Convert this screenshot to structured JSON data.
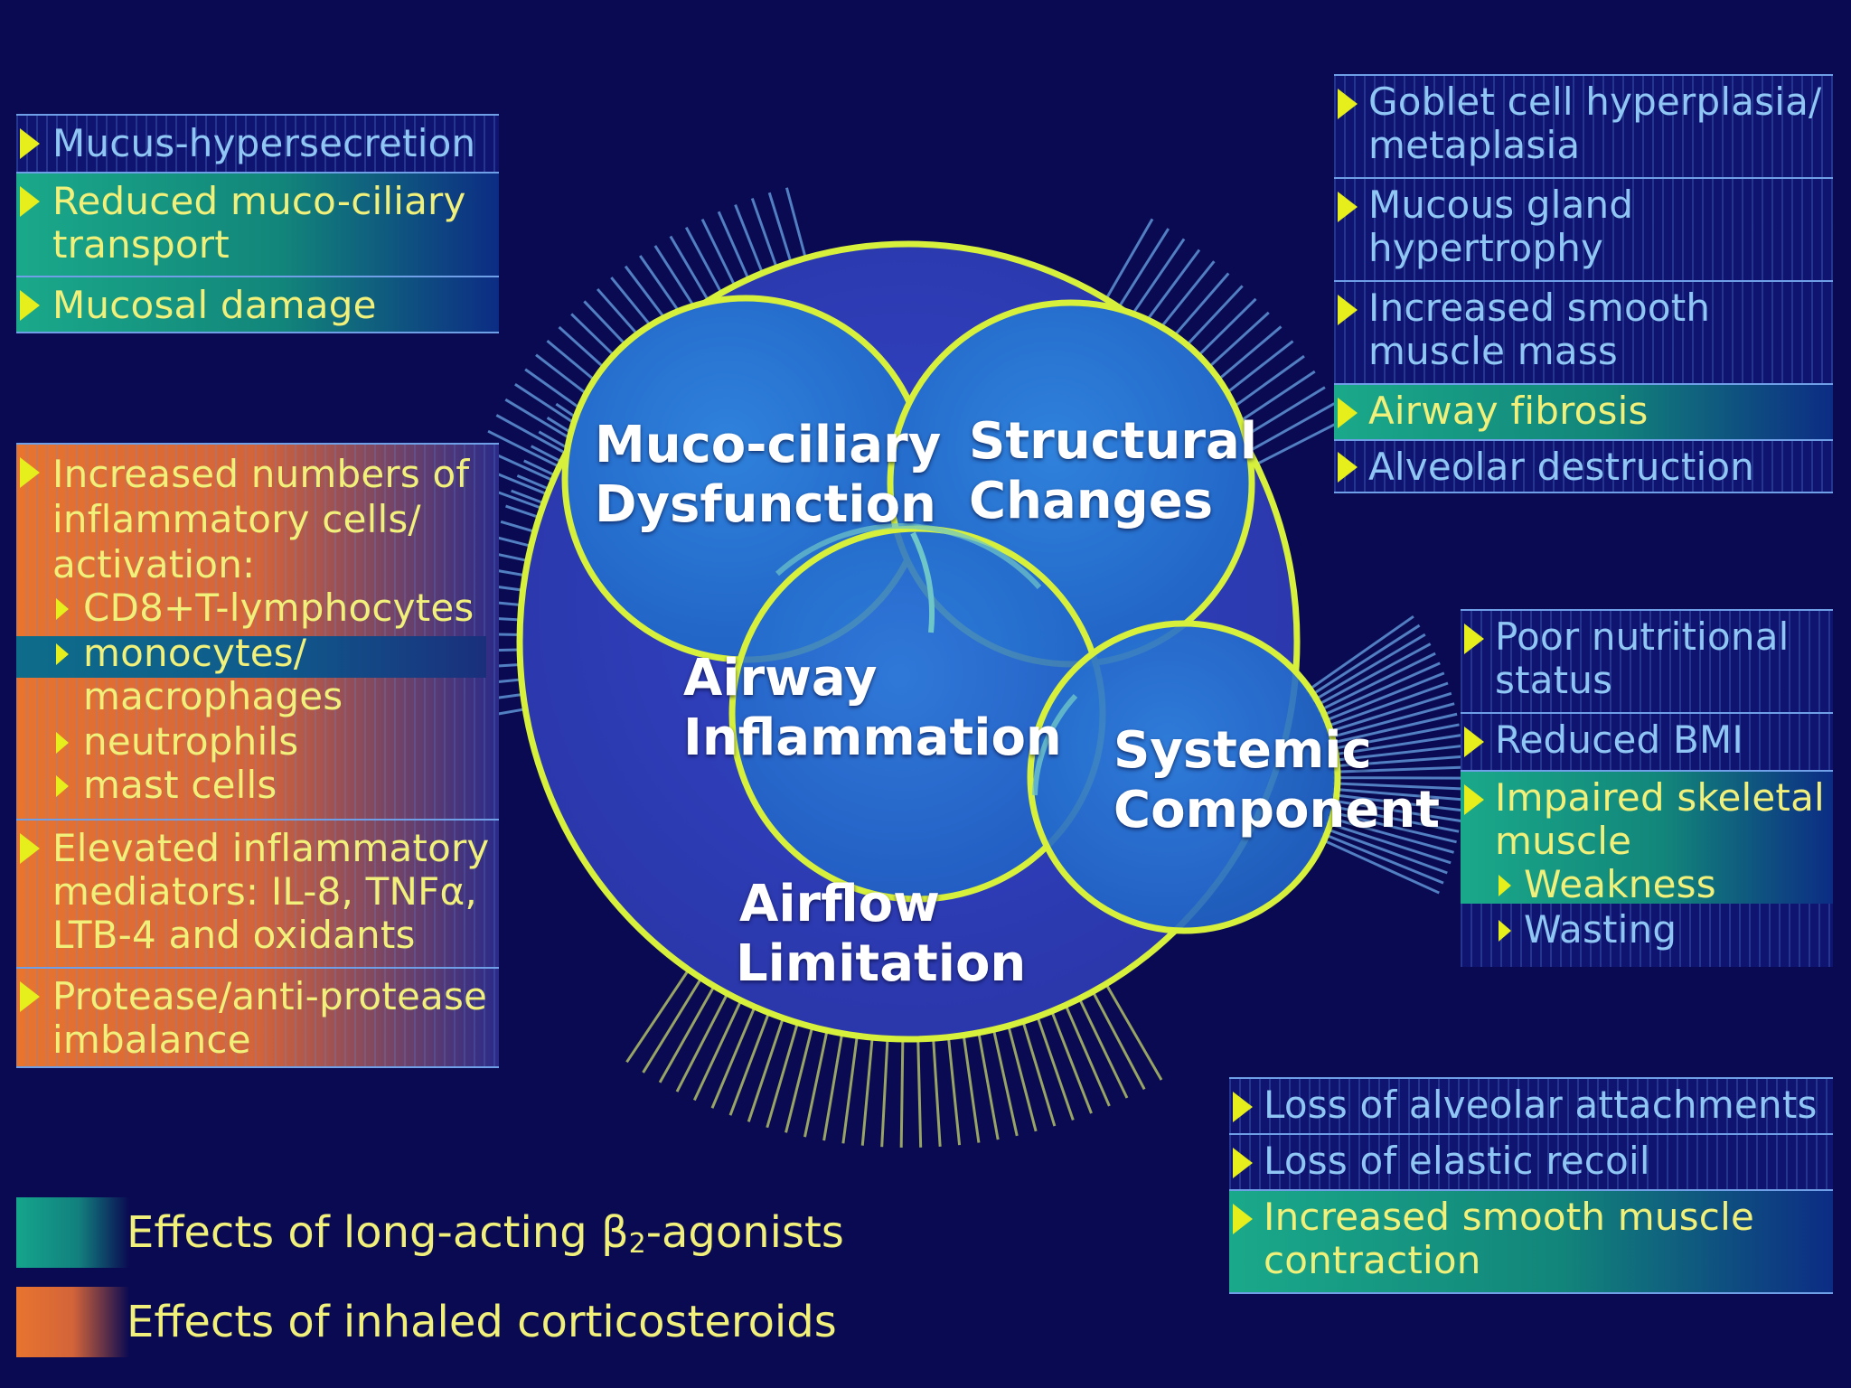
{
  "circles": {
    "muco_ciliary": [
      "Muco-ciliary",
      "Dysfunction"
    ],
    "structural": [
      "Structural",
      "Changes"
    ],
    "airway_inflammation": [
      "Airway",
      "Inflammation"
    ],
    "systemic": [
      "Systemic",
      "Component"
    ],
    "airflow": [
      "Airflow",
      "Limitation"
    ]
  },
  "top_left": [
    [
      "Mucus-hypersecretion"
    ],
    [
      "Reduced muco-ciliary",
      "transport"
    ],
    [
      "Mucosal damage"
    ]
  ],
  "mid_left": {
    "item1": [
      "Increased numbers of",
      "inflammatory cells/",
      "activation:"
    ],
    "sub_items": [
      "CD8+T-lymphocytes",
      "monocytes/",
      "macrophages",
      "neutrophils",
      "mast cells"
    ],
    "item2": [
      "Elevated inflammatory",
      "mediators: IL-8, TNFα,",
      "LTB-4 and oxidants"
    ],
    "item3": [
      "Protease/anti-protease",
      "imbalance"
    ]
  },
  "top_right": [
    [
      "Goblet cell hyperplasia/",
      "metaplasia"
    ],
    [
      "Mucous gland",
      "hypertrophy"
    ],
    [
      "Increased smooth",
      "muscle mass"
    ],
    [
      "Airway fibrosis"
    ],
    [
      "Alveolar destruction"
    ]
  ],
  "mid_right": {
    "items": [
      [
        "Poor nutritional",
        "status"
      ],
      [
        "Reduced BMI"
      ],
      [
        "Impaired skeletal",
        "muscle"
      ]
    ],
    "sub_items": [
      "Weakness",
      "Wasting"
    ]
  },
  "bottom_right": [
    [
      "Loss of alveolar attachments"
    ],
    [
      "Loss of elastic recoil"
    ],
    [
      "Increased smooth muscle",
      "contraction"
    ]
  ],
  "legend": {
    "laba_prefix": "Effects of long-acting β",
    "laba_sub": "2",
    "laba_suffix": "-agonists",
    "ics": "Effects of inhaled corticosteroids"
  },
  "colors": {
    "laba": "#14a58c",
    "ics": "#e8742e",
    "circle_outline": "#d6f03c",
    "background": "#0a0a52"
  }
}
